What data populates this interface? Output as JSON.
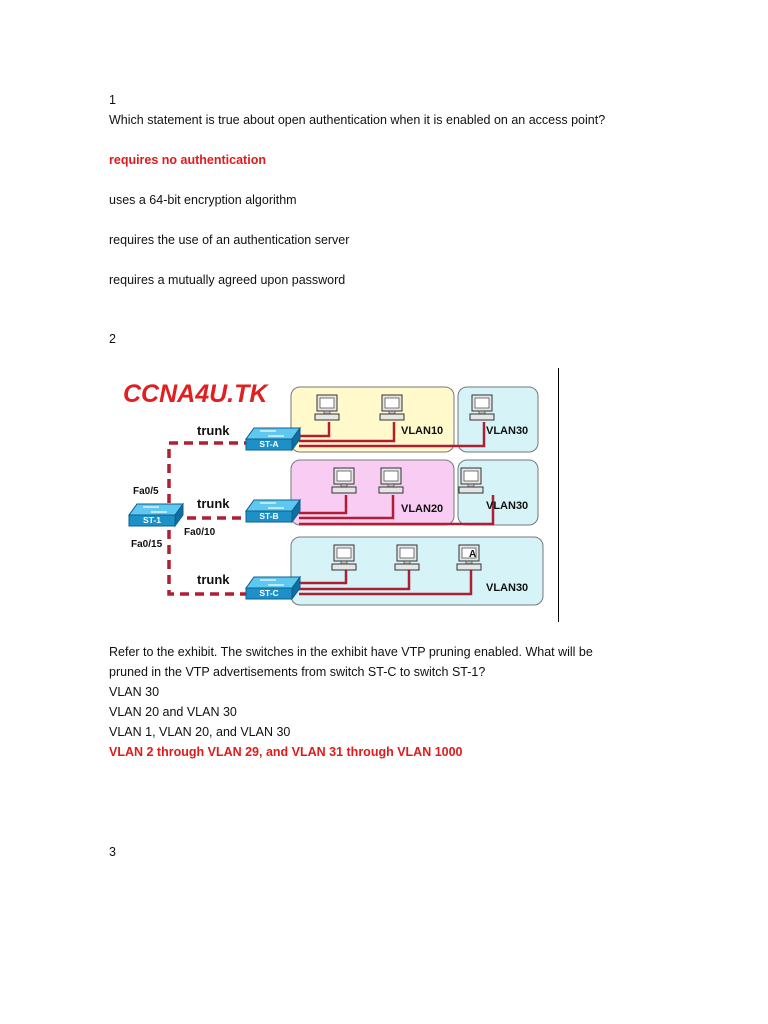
{
  "q1": {
    "number": "1",
    "question": "Which statement is true about open authentication when it is enabled on an access point?",
    "answers": [
      {
        "text": "requires no authentication",
        "correct": true
      },
      {
        "text": "uses a 64-bit encryption algorithm",
        "correct": false
      },
      {
        "text": "requires the use of an authentication server",
        "correct": false
      },
      {
        "text": "requires a mutually agreed upon password",
        "correct": false
      }
    ]
  },
  "q2": {
    "number": "2",
    "exhibit": {
      "watermark": "CCNA4U.TK",
      "switches": {
        "st1": "ST-1",
        "sta": "ST-A",
        "stb": "ST-B",
        "stc": "ST-C"
      },
      "trunk_label": "trunk",
      "ports": {
        "fa05": "Fa0/5",
        "fa010": "Fa0/10",
        "fa015": "Fa0/15"
      },
      "vlans": {
        "vlan10": "VLAN10",
        "vlan20": "VLAN20",
        "vlan30": "VLAN30"
      },
      "pc_letter": "A",
      "colors": {
        "link": "#b01e32",
        "vlan10_bg": "#fff9cc",
        "vlan20_bg": "#f9ccf3",
        "vlan30_bg": "#d6f4f8",
        "title": "#e02020"
      }
    },
    "question_line1": "Refer to the exhibit. The switches in the exhibit have VTP pruning enabled. What will be",
    "question_line2": "pruned in the VTP advertisements from switch ST-C to switch ST-1?",
    "answers": [
      {
        "text": "VLAN 30",
        "correct": false
      },
      {
        "text": "VLAN 20 and VLAN 30",
        "correct": false
      },
      {
        "text": "VLAN 1, VLAN 20, and VLAN 30",
        "correct": false
      },
      {
        "text": "VLAN 2 through VLAN 29, and VLAN 31 through VLAN 1000",
        "correct": true
      }
    ]
  },
  "q3": {
    "number": "3"
  }
}
